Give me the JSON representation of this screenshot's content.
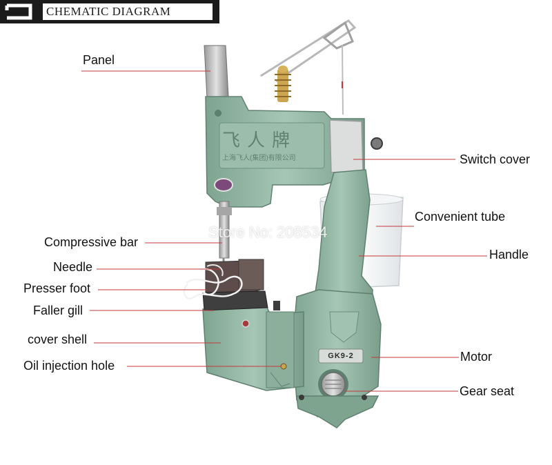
{
  "header": {
    "title": "CHEMATIC DIAGRAM",
    "icon": "bracket-logo-icon"
  },
  "machine": {
    "brand_chars": "飞人牌",
    "brand_subtext": "上海飞人(集团)有限公司",
    "model": "GK9-2"
  },
  "watermark": "Store No: 208534",
  "callouts": {
    "panel": "Panel",
    "switch_cover": "Switch cover",
    "convenient_tube": "Convenient tube",
    "handle": "Handle",
    "compressive_bar": "Compressive bar",
    "needle": "Needle",
    "presser_foot": "Presser foot",
    "faller_gill": "Faller gill",
    "cover_shell": "cover shell",
    "oil_injection_hole": "Oil injection hole",
    "motor": "Motor",
    "gear_seat": "Gear seat"
  },
  "colors": {
    "machine_body": "#8fb3a0",
    "leader_line": "#c2393a"
  }
}
